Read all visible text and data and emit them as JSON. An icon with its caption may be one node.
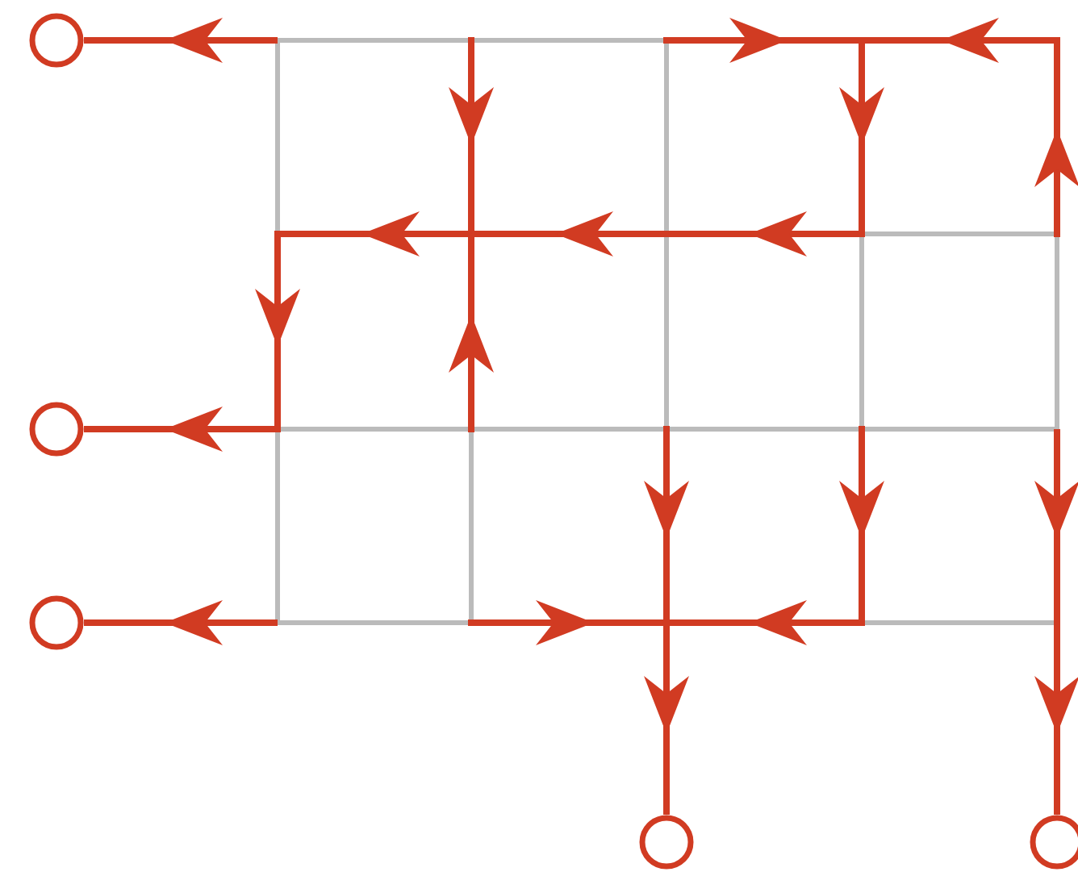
{
  "diagram": {
    "nodes": [
      {
        "text": [],
        "shape": "circle"
      },
      {
        "text": [],
        "shape": "circle"
      },
      {
        "text": [],
        "shape": "circle"
      },
      {
        "text": [],
        "shape": "circle"
      },
      {
        "text": [],
        "shape": "circle"
      }
    ],
    "edges": [
      {
        "from": null,
        "to": 0,
        "arrow": "to"
      },
      {
        "from": null,
        "to": 1,
        "arrow": "to"
      },
      {
        "from": null,
        "to": 2,
        "arrow": "to"
      },
      {
        "from": null,
        "to": 3,
        "arrow": "to"
      },
      {
        "from": null,
        "to": 4,
        "arrow": "to"
      }
    ]
  }
}
